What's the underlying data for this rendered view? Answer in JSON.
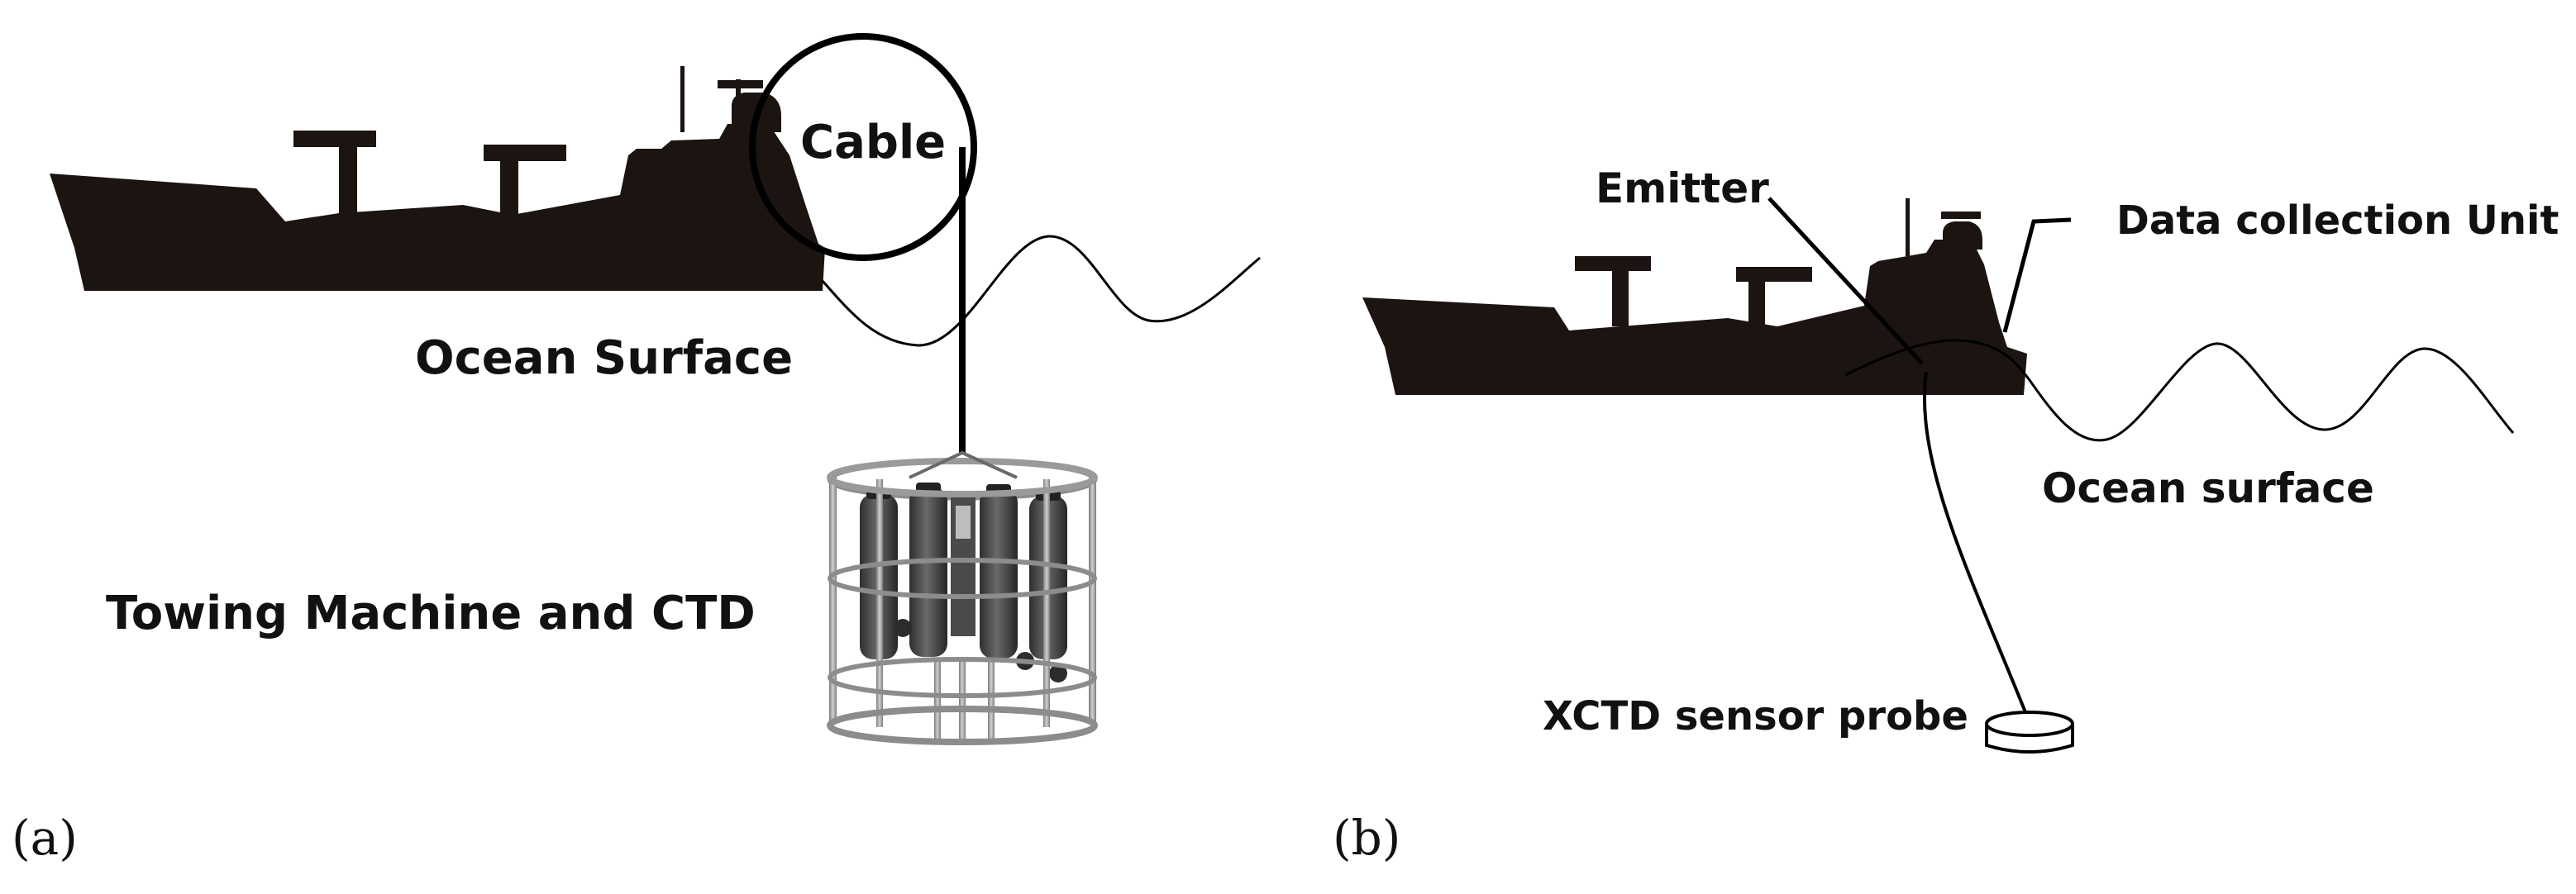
{
  "panel_a": {
    "tag": "(a)",
    "cable_label": "Cable",
    "ocean_label": "Ocean Surface",
    "ctd_label": "Towing Machine and CTD"
  },
  "panel_b": {
    "tag": "(b)",
    "emitter_label": "Emitter",
    "data_unit_label": "Data collection Unit",
    "ocean_label": "Ocean surface",
    "probe_label": "XCTD sensor probe"
  },
  "colors": {
    "ship": "#1b1410",
    "line": "#000000",
    "frame": "#8c8c8c",
    "bottle": "#3a3a3a"
  },
  "icons": {
    "ship_a": "ship-silhouette-icon",
    "ship_b": "ship-silhouette-icon",
    "ctd": "ctd-rosette-icon",
    "probe": "xctd-probe-icon"
  }
}
